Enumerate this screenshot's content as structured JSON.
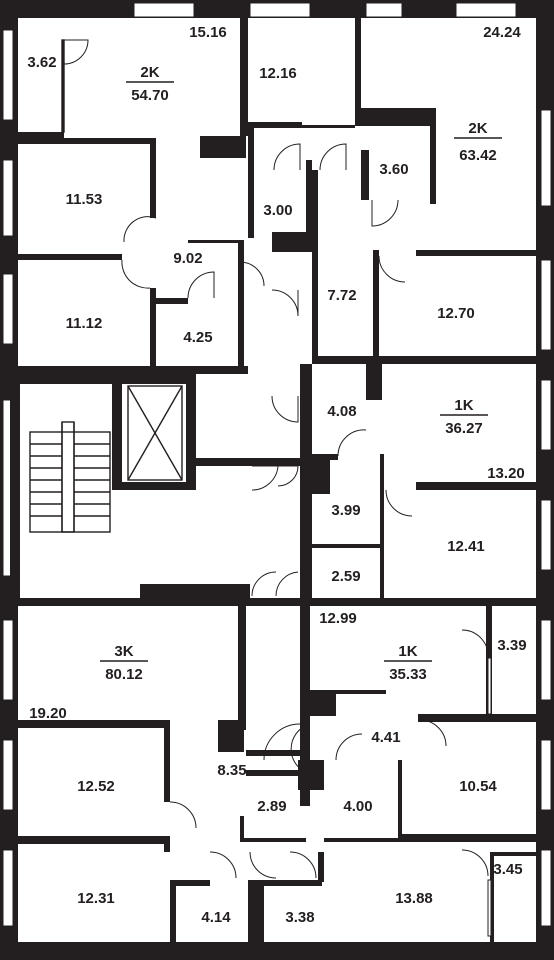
{
  "colors": {
    "wall": "#231f20",
    "background": "#ffffff"
  },
  "apartments": [
    {
      "type": "2K",
      "area": "54.70"
    },
    {
      "type": "2K",
      "area": "63.42"
    },
    {
      "type": "1K",
      "area": "36.27"
    },
    {
      "type": "3K",
      "area": "80.12"
    },
    {
      "type": "1K",
      "area": "35.33"
    }
  ],
  "rooms": [
    "15.16",
    "3.62",
    "12.16",
    "24.24",
    "3.60",
    "3.00",
    "11.53",
    "9.02",
    "11.12",
    "4.25",
    "7.72",
    "12.70",
    "4.08",
    "13.20",
    "3.99",
    "12.41",
    "2.59",
    "12.99",
    "3.39",
    "19.20",
    "4.41",
    "12.52",
    "8.35",
    "2.89",
    "4.00",
    "10.54",
    "12.31",
    "4.14",
    "3.38",
    "13.88",
    "3.45"
  ]
}
